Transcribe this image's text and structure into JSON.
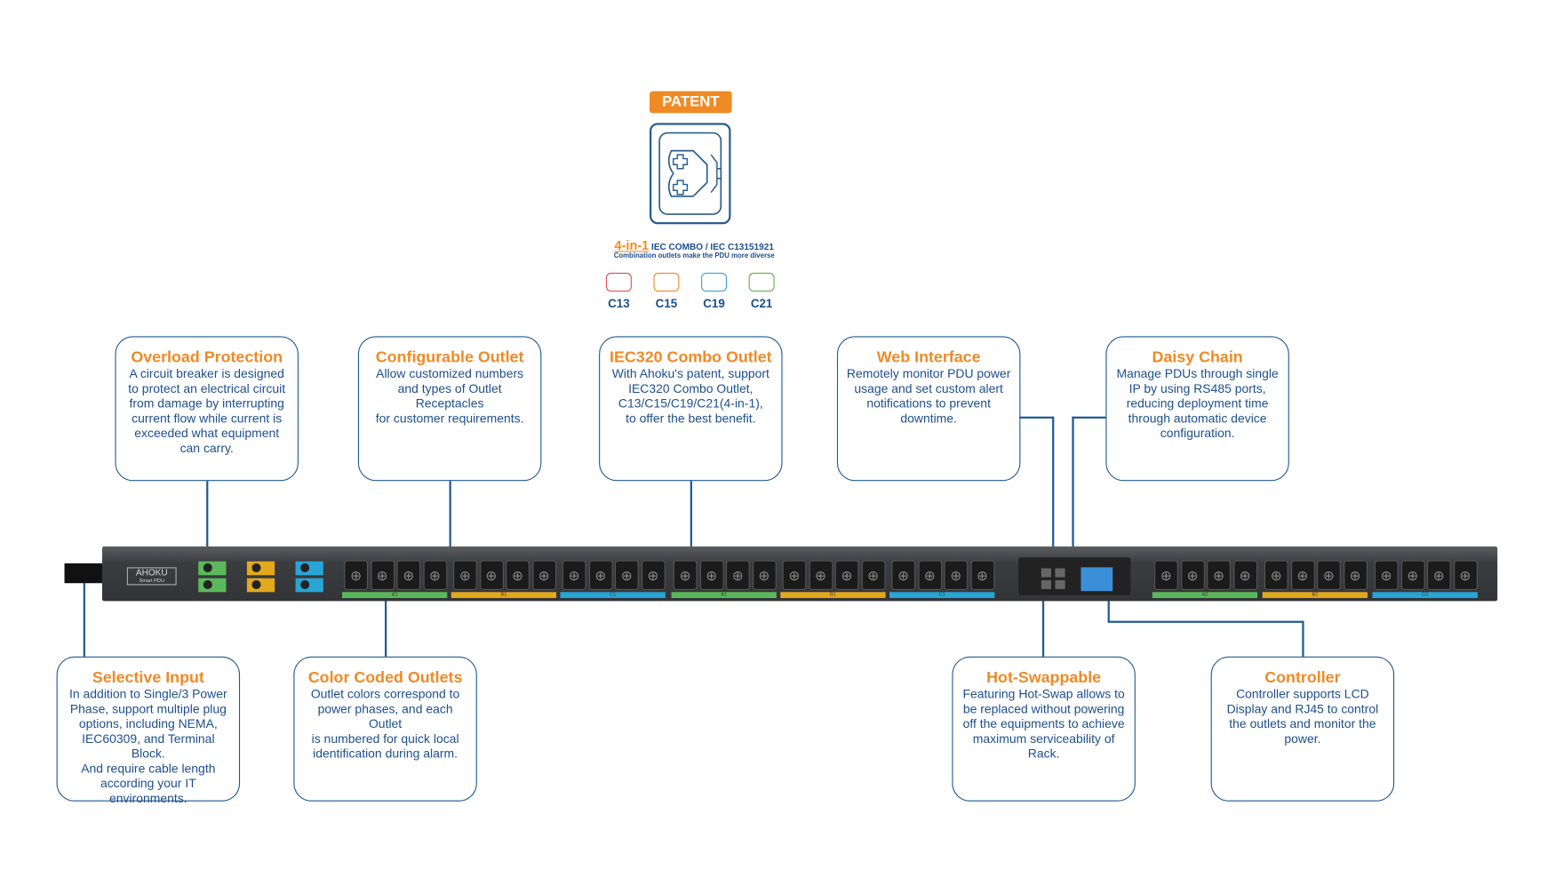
{
  "patent": {
    "badge": "PATENT",
    "combo_big": "4-in-1",
    "combo_title": "IEC COMBO / IEC C13151921",
    "combo_sub": "Combination outlets make the PDU more diverse",
    "types": [
      {
        "label": "C13",
        "color": "#e0515a"
      },
      {
        "label": "C15",
        "color": "#ef8a25"
      },
      {
        "label": "C19",
        "color": "#3aa7d8"
      },
      {
        "label": "C21",
        "color": "#6ab04c"
      }
    ]
  },
  "features": {
    "overload": {
      "title": "Overload Protection",
      "text": "A circuit breaker is designed\nto protect an electrical circuit\nfrom damage by interrupting\ncurrent flow while current  is\nexceeded what equipment\ncan carry."
    },
    "configurable": {
      "title": "Configurable Outlet",
      "text": "Allow customized numbers\nand types of Outlet\nReceptacles\nfor customer requirements."
    },
    "iec320": {
      "title": "IEC320 Combo Outlet",
      "text": "With Ahoku's patent, support\nIEC320 Combo Outlet,\nC13/C15/C19/C21(4-in-1),\nto offer the best benefit."
    },
    "web": {
      "title": "Web Interface",
      "text": "Remotely monitor PDU power\nusage and  set custom alert\nnotifications to prevent\ndowntime."
    },
    "daisy": {
      "title": "Daisy Chain",
      "text": "Manage PDUs through single\nIP by using RS485 ports,\nreducing deployment time\nthrough automatic device\nconfiguration."
    },
    "selective": {
      "title": "Selective Input",
      "text": "In addition to Single/3 Power\nPhase, support multiple plug\noptions, including NEMA,\nIEC60309, and Terminal Block.\nAnd require cable length\naccording your IT\nenvironments."
    },
    "color": {
      "title": "Color Coded Outlets",
      "text": "Outlet colors correspond to\npower phases, and each Outlet\nis numbered for quick local\nidentification during alarm."
    },
    "hotswap": {
      "title": "Hot-Swappable",
      "text": "Featuring Hot-Swap allows to\nbe replaced without powering\noff the equipments to achieve\nmaximum serviceability of\nRack."
    },
    "controller": {
      "title": "Controller",
      "text": "Controller supports LCD\nDisplay and RJ45 to control\nthe outlets and monitor the\npower."
    }
  },
  "pdu": {
    "brand": "AHOKU",
    "model": "Smart PDU",
    "phase_colors": {
      "A": "#5cb85c",
      "B": "#e2a91f",
      "C": "#27a6d6"
    },
    "outlet_groups": [
      {
        "label": "A1",
        "phase": "A"
      },
      {
        "label": "B1",
        "phase": "B"
      },
      {
        "label": "C1",
        "phase": "C"
      },
      {
        "label": "A1",
        "phase": "A"
      },
      {
        "label": "B1",
        "phase": "B"
      },
      {
        "label": "C1",
        "phase": "C"
      },
      {
        "label": "A2",
        "phase": "A"
      },
      {
        "label": "B2",
        "phase": "B"
      },
      {
        "label": "C2",
        "phase": "C"
      }
    ]
  }
}
